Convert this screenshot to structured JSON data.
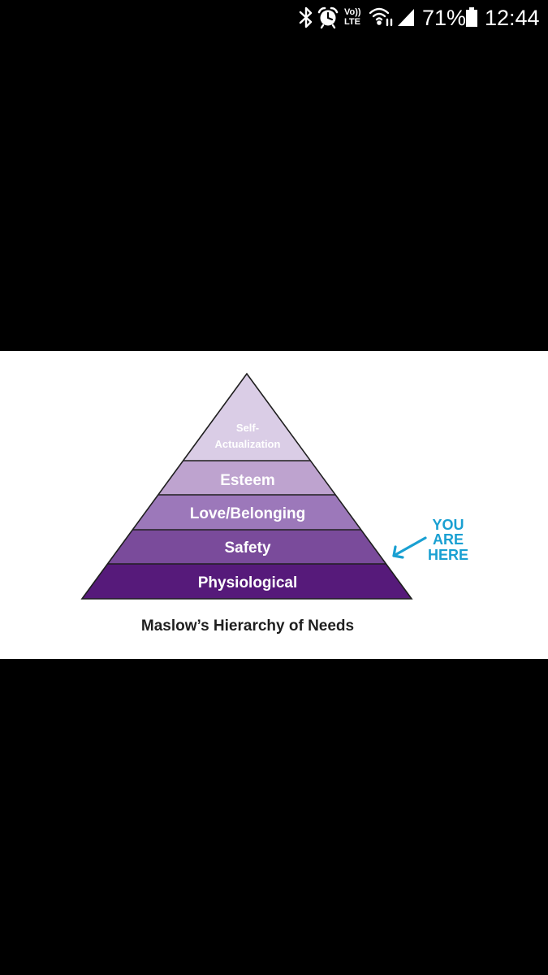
{
  "status_bar": {
    "battery": "71%",
    "time": "12:44",
    "volte_top": "Vo))",
    "volte_bottom": "LTE",
    "icons": [
      "bluetooth-icon",
      "alarm-icon",
      "volte-icon",
      "wifi-icon",
      "signal-icon",
      "battery-icon"
    ]
  },
  "diagram": {
    "levels": [
      {
        "line1": "Self-",
        "line2": "Actualization",
        "color": "#dacde6"
      },
      {
        "label": "Esteem",
        "color": "#bea3cf"
      },
      {
        "label": "Love/Belonging",
        "color": "#9c78ba"
      },
      {
        "label": "Safety",
        "color": "#7a4b9b"
      },
      {
        "label": "Physiological",
        "color": "#561a7a"
      }
    ],
    "caption": "Maslow’s Hierarchy of Needs",
    "annotation": [
      "YOU",
      "ARE",
      "HERE"
    ],
    "annotation_color": "#1aa0d2",
    "outline_color": "#1f1f1f"
  }
}
